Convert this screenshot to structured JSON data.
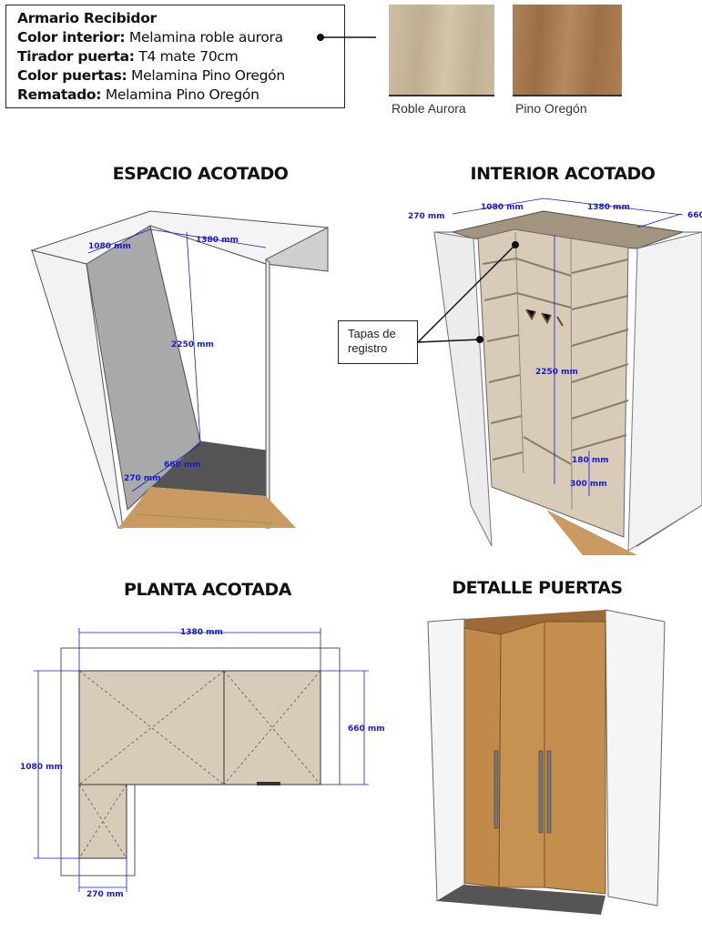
{
  "info_box": {
    "title": "Armario Recibidor",
    "rows": [
      {
        "label": "Color interior:",
        "value": "Melamina roble aurora"
      },
      {
        "label": "Tirador puerta:",
        "value": "T4 mate 70cm"
      },
      {
        "label": "Color puertas:",
        "value": "Melamina Pino Oregón"
      },
      {
        "label": "Rematado:",
        "value": "Melamina Pino Oregón"
      }
    ]
  },
  "swatches": [
    {
      "name": "Roble Aurora",
      "color": "#c9b99c"
    },
    {
      "name": "Pino Oregón",
      "color": "#a97a4f"
    }
  ],
  "sections": {
    "espacio": {
      "title": "ESPACIO ACOTADO",
      "dims": {
        "d1080": "1080 mm",
        "d1380": "1380 mm",
        "d2250": "2250 mm",
        "d660": "660 mm",
        "d270": "270 mm"
      }
    },
    "interior": {
      "title": "INTERIOR ACOTADO",
      "dims": {
        "d270": "270 mm",
        "d1080": "1080 mm",
        "d1380": "1380 mm",
        "d660": "660",
        "d2250": "2250 mm",
        "d180": "180 mm",
        "d300": "300 mm"
      },
      "callout": "Tapas de registro"
    },
    "planta": {
      "title": "PLANTA ACOTADA",
      "dims": {
        "d1380": "1380 mm",
        "d660": "660 mm",
        "d1080": "1080 mm",
        "d270": "270 mm"
      }
    },
    "puertas": {
      "title": "DETALLE PUERTAS"
    }
  },
  "colors": {
    "dimension": "#1a1ad0",
    "oak": "#c6a36a",
    "door": "#c08a4a",
    "interior": "#d8ccb8",
    "floor_wood": "#c99b62"
  }
}
